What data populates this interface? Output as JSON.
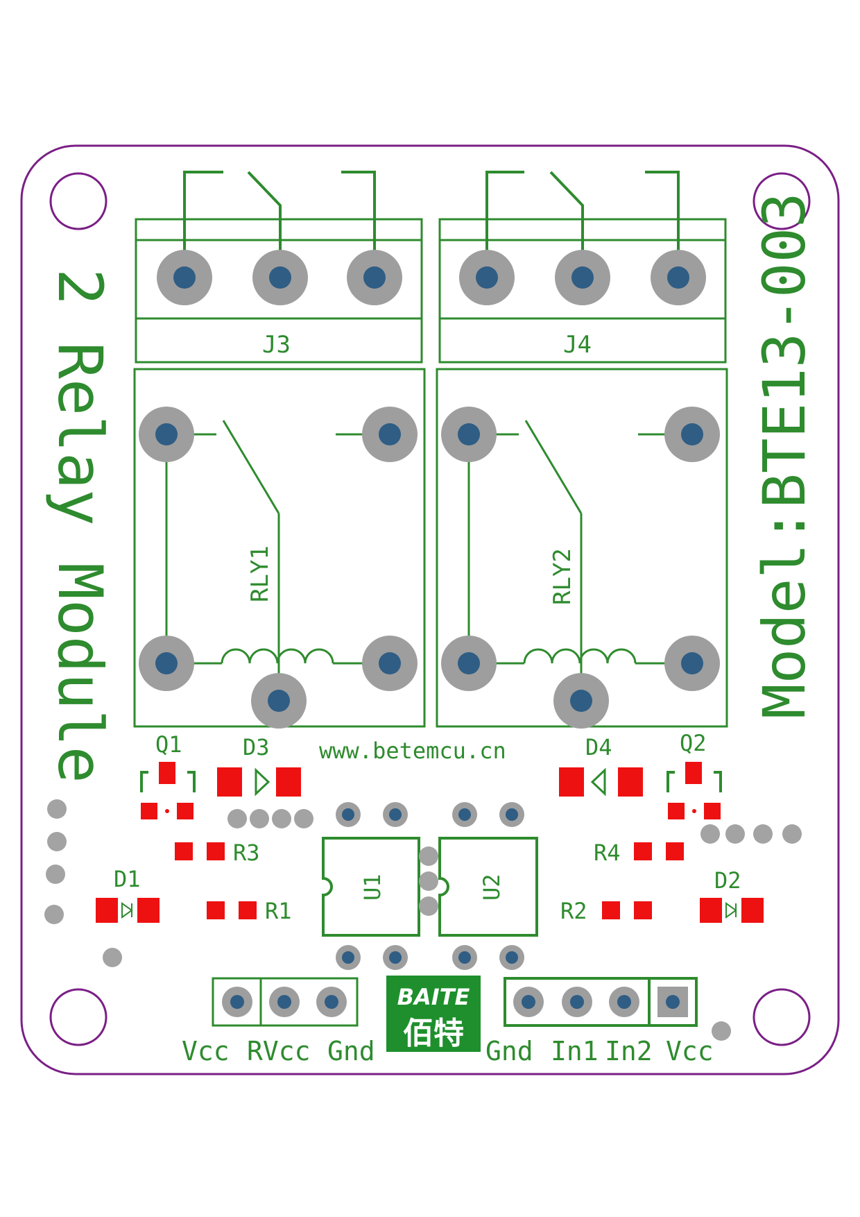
{
  "board": {
    "title": "2 Relay Module",
    "model": "Model:BTE13-003",
    "website": "www.betemcu.cn"
  },
  "connectors": {
    "j3": "J3",
    "j4": "J4"
  },
  "relays": {
    "rly1": "RLY1",
    "rly2": "RLY2"
  },
  "components": {
    "q1": "Q1",
    "q2": "Q2",
    "d1": "D1",
    "d2": "D2",
    "d3": "D3",
    "d4": "D4",
    "r1": "R1",
    "r2": "R2",
    "r3": "R3",
    "r4": "R4",
    "u1": "U1",
    "u2": "U2"
  },
  "header_left": [
    "Vcc",
    "RVcc",
    "Gnd"
  ],
  "header_right": [
    "Gnd",
    "In1",
    "In2",
    "Vcc"
  ],
  "logo": {
    "latin": "BAITE",
    "chinese": "佰特"
  },
  "colors": {
    "silkscreen": "#2e8b2e",
    "board_outline": "#7a1f86",
    "pad_copper": "#9e9e9e",
    "pad_hole": "#2f5d84",
    "smd_pad": "#ee1111"
  }
}
